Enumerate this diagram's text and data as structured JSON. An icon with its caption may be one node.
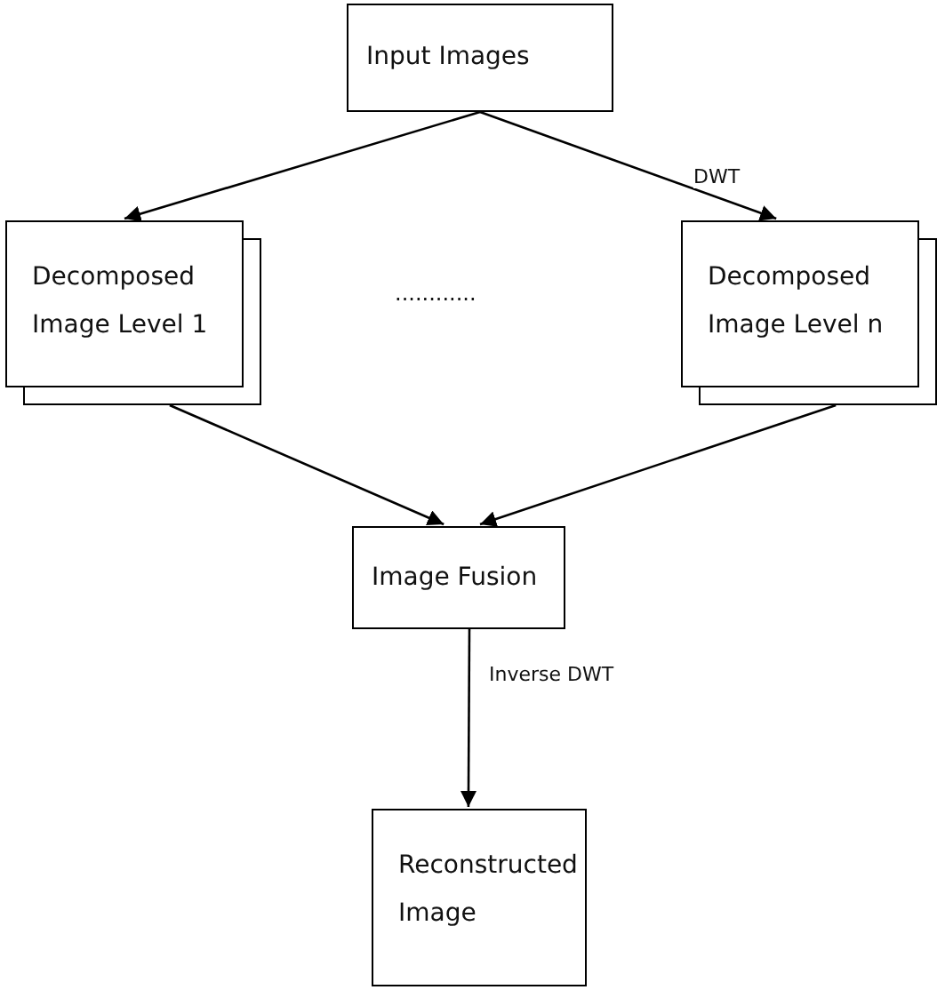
{
  "diagram": {
    "nodes": [
      {
        "text": [
          "Input Images"
        ]
      },
      {
        "text": [
          "Decomposed Image Level 1"
        ]
      },
      {
        "text": [
          "Decomposed Image Level n"
        ]
      },
      {
        "text": [
          "Image Fusion"
        ]
      },
      {
        "text": [
          "Reconstructed Image"
        ]
      }
    ],
    "edges": [
      {
        "from": 0,
        "to": 1,
        "arrow": "to"
      },
      {
        "from": 0,
        "to": 2,
        "arrow": "to",
        "label": "DWT"
      },
      {
        "from": 1,
        "to": 3,
        "arrow": "to"
      },
      {
        "from": 2,
        "to": 3,
        "arrow": "to"
      },
      {
        "from": 3,
        "to": 4,
        "arrow": "to",
        "label": "Inverse DWT"
      }
    ],
    "labels": [
      "............"
    ]
  }
}
